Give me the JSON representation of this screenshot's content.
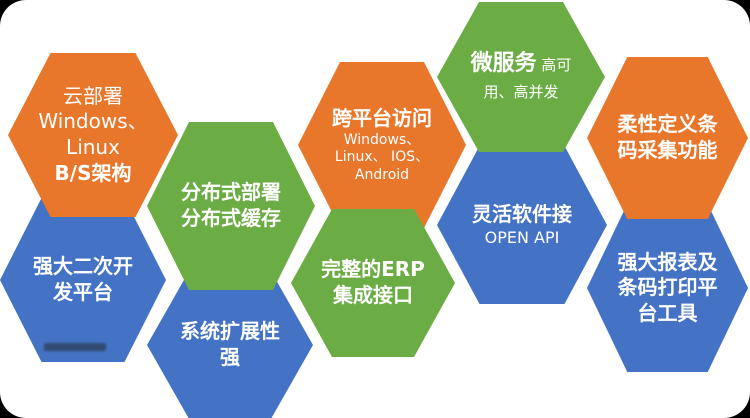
{
  "colors": {
    "orange": "#E8772B",
    "green": "#6BAC45",
    "blue": "#4472C4",
    "background": "#FFFFFF",
    "frame": "#000000",
    "text": "#FFFFFF"
  },
  "hexagons": {
    "cloud": {
      "line1": "云部署",
      "line2": "Windows、",
      "line3": "Linux",
      "line4": "B/S架构"
    },
    "secondary_dev": {
      "text": "强大二次开发平台"
    },
    "distributed": {
      "line1": "分布式部署",
      "line2": "分布式缓存"
    },
    "scalability": {
      "text": "系统扩展性强"
    },
    "cross_platform": {
      "title": "跨平台访问",
      "line2": "Windows、",
      "line3": "Linux、 IOS、",
      "line4": "Android"
    },
    "erp": {
      "line1": "完整的ERP",
      "line2": "集成接口"
    },
    "microservice": {
      "title": "微服务",
      "subtitle": " 高可用、高并发"
    },
    "open_api": {
      "line1": "灵活软件接",
      "line2": "OPEN API"
    },
    "flexible_barcode": {
      "text": "柔性定义条码采集功能"
    },
    "report": {
      "text": "强大报表及条码打印平台工具"
    }
  }
}
